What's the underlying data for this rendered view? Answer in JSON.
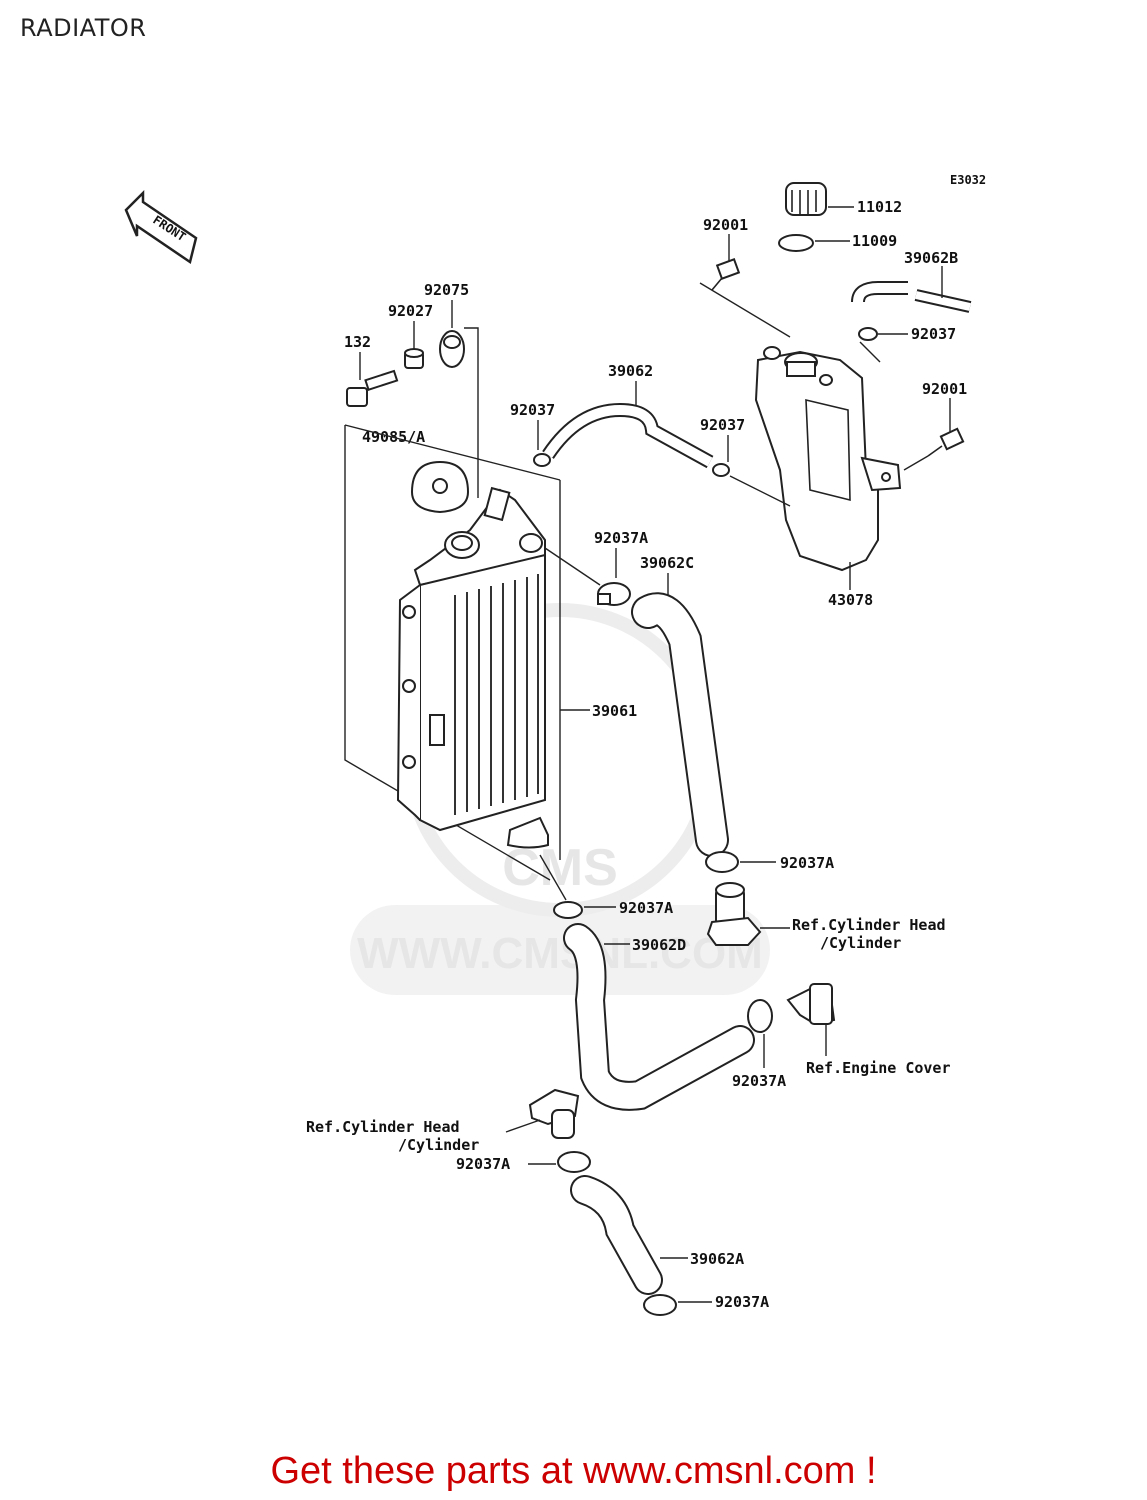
{
  "header": {
    "title": "RADIATOR"
  },
  "diagram": {
    "code": "E3032",
    "front_label": "FRONT",
    "watermark": {
      "brand": "CMS",
      "url": "WWW.CMSNL.COM"
    },
    "callouts": {
      "c11012": "11012",
      "c11009": "11009",
      "c92001_top": "92001",
      "c39062B": "39062B",
      "c92037_tank": "92037",
      "c92001_right": "92001",
      "c92075": "92075",
      "c92027": "92027",
      "c132": "132",
      "c39062": "39062",
      "c92037_left": "92037",
      "c92037_mid": "92037",
      "c49085A": "49085/A",
      "c92037A_1": "92037A",
      "c39062C": "39062C",
      "c43078": "43078",
      "c39061": "39061",
      "c92037A_2": "92037A",
      "c92037A_3": "92037A",
      "ref_head_1_line1": "Ref.Cylinder Head",
      "ref_head_1_line2": "/Cylinder",
      "c39062D": "39062D",
      "c92037A_4": "92037A",
      "ref_engine_cover": "Ref.Engine Cover",
      "ref_head_2_line1": "Ref.Cylinder Head",
      "ref_head_2_line2": "/Cylinder",
      "c92037A_5": "92037A",
      "c39062A": "39062A",
      "c92037A_6": "92037A"
    }
  },
  "footer": {
    "text": "Get these parts at www.cmsnl.com !"
  }
}
